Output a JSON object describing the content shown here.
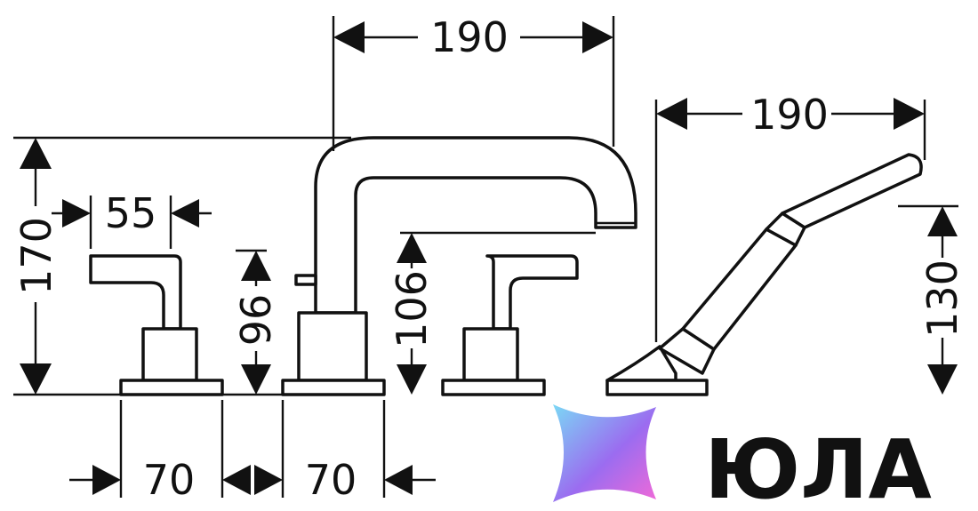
{
  "dimensions": {
    "spout_projection": "190",
    "hand_shower_length": "190",
    "total_height": "170",
    "handle_width": "55",
    "handle_height": "96",
    "spout_outlet_height": "106",
    "hand_shower_height": "130",
    "spacing_left": "70",
    "spacing_right": "70"
  },
  "logo": {
    "text": "ЮЛА",
    "gradient_colors": [
      "#7bd8f5",
      "#9b6cf0",
      "#f06ad8"
    ]
  }
}
